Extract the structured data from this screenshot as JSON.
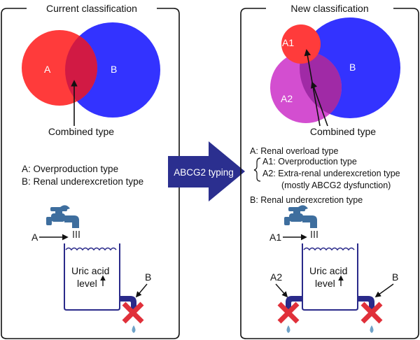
{
  "left_panel": {
    "title": "Current classification",
    "circle_a_label": "A",
    "circle_b_label": "B",
    "combined_label": "Combined type",
    "legend": [
      "A: Overproduction type",
      "B: Renal underexcretion type"
    ],
    "faucet_label": "A",
    "tank_text_line1": "Uric acid",
    "tank_text_line2": "level",
    "drain_label": "B"
  },
  "arrow_label": "ABCG2 typing",
  "right_panel": {
    "title": "New classification",
    "circle_a1_label": "A1",
    "circle_a2_label": "A2",
    "circle_b_label": "B",
    "combined_label": "Combined type",
    "legend": {
      "a_line": "A: Renal overload type",
      "a1_line": "A1: Overproduction type",
      "a2_line": "A2: Extra-renal underexcretion type",
      "a2_note": "(mostly ABCG2 dysfunction)",
      "b_line": "B: Renal underexcretion type"
    },
    "faucet_label": "A1",
    "tank_text_line1": "Uric acid",
    "tank_text_line2": "level",
    "left_drain_label": "A2",
    "right_drain_label": "B"
  },
  "colors": {
    "circle_red": "#ff3b3b",
    "circle_blue": "#3333ff",
    "overlap_red": "#d11a44",
    "circle_magenta": "#d34ed0",
    "arrow_navy": "#2b2f8f",
    "tank_blue": "#2a2a8a",
    "faucet_blue": "#3e6e9e",
    "cross_red": "#e0303a",
    "drop_blue": "#6fa3c8"
  }
}
